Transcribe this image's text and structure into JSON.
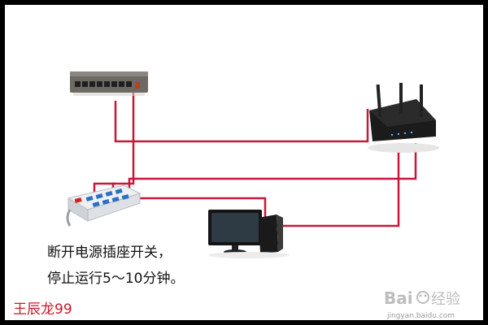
{
  "labels": {
    "instruction_line1": "断开电源插座开关，",
    "instruction_line2": "停止运行5～10分钟。",
    "author": "王辰龙99",
    "watermark_brand": "Bai经验",
    "watermark_url": "jingyan.baidu.com"
  },
  "devices": {
    "switch": "network-switch",
    "router": "wireless-router",
    "power_strip": "power-strip",
    "computer": "desktop-computer"
  },
  "colors": {
    "cable": "#c8183a",
    "author_text": "#c8182a",
    "border": "#000000"
  }
}
